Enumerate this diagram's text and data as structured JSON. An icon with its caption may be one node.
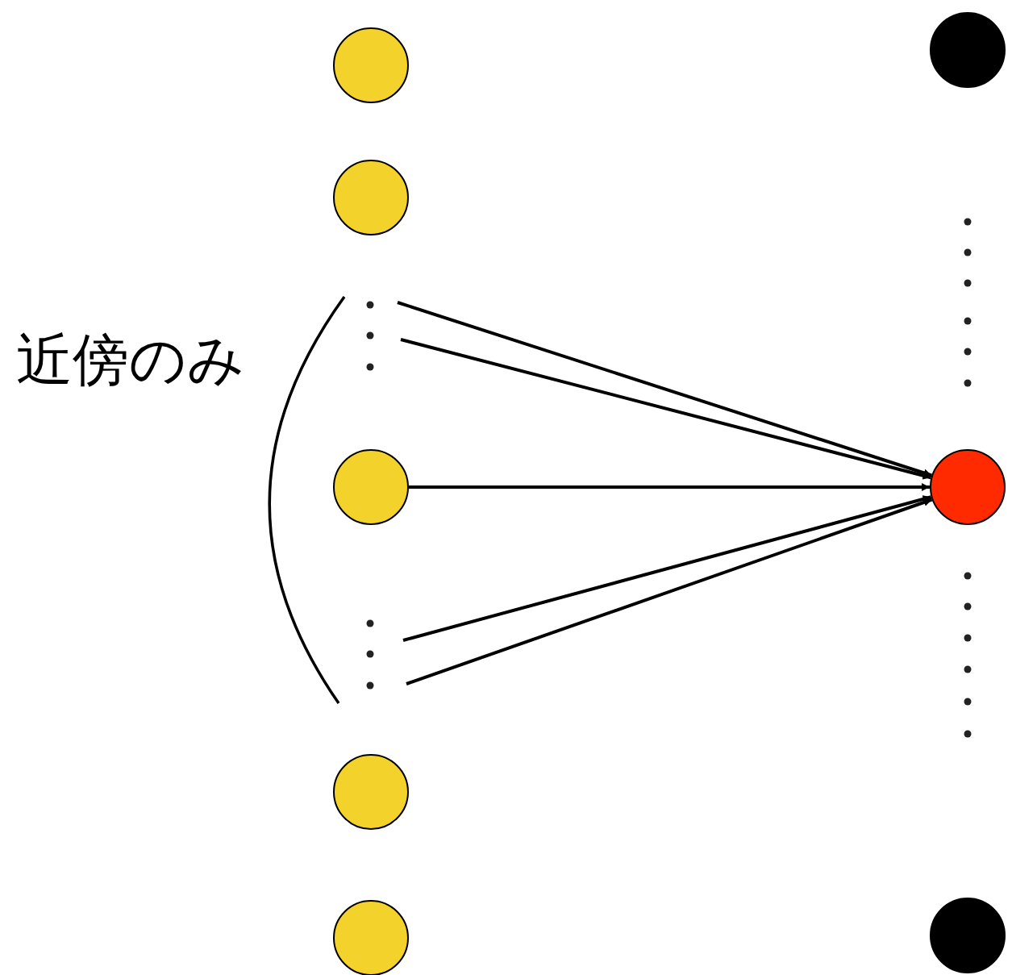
{
  "diagram": {
    "nodes": [
      {
        "text": [],
        "shape": "circle"
      },
      {
        "text": [],
        "shape": "circle"
      },
      {
        "text": [],
        "shape": "circle"
      },
      {
        "text": [],
        "shape": "circle"
      },
      {
        "text": [],
        "shape": "circle"
      },
      {
        "text": [],
        "shape": "circle"
      },
      {
        "text": [],
        "shape": "circle"
      },
      {
        "text": [],
        "shape": "circle"
      }
    ],
    "edges": [
      {
        "from": null,
        "to": 6,
        "arrow": "to"
      },
      {
        "from": null,
        "to": 6,
        "arrow": "to"
      },
      {
        "from": 2,
        "to": 6,
        "arrow": "to"
      },
      {
        "from": null,
        "to": 6,
        "arrow": "to"
      },
      {
        "from": null,
        "to": 6,
        "arrow": "to"
      }
    ],
    "labels": [
      "近傍のみ"
    ]
  }
}
